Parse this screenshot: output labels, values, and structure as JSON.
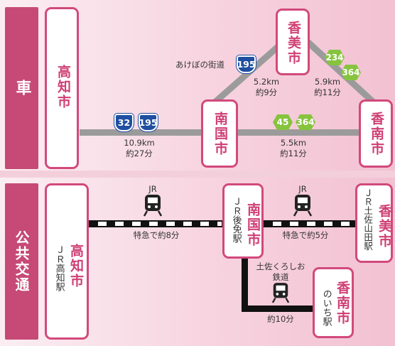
{
  "sections": {
    "car": "車",
    "public_transit": "公共交通"
  },
  "cities": {
    "kochi": "高知市",
    "nankoku": "南国市",
    "kami": "香美市",
    "konan": "香南市"
  },
  "stations": {
    "kochi": "ＪＲ高知駅",
    "gomen": "ＪＲ後免駅",
    "tosayamada": "ＪＲ土佐山田駅",
    "noichi": "のいち駅"
  },
  "car": {
    "road_name": "あけぼの街道",
    "routes": [
      {
        "from": "高知市",
        "to": "南国市",
        "distance": "10.9km",
        "time": "約27分",
        "routes": [
          "32",
          "195"
        ]
      },
      {
        "from": "南国市",
        "to": "香美市",
        "distance": "5.2km",
        "time": "約9分",
        "routes": [
          "195"
        ]
      },
      {
        "from": "香美市",
        "to": "香南市",
        "distance": "5.9km",
        "time": "約11分",
        "routes": [
          "234",
          "364"
        ]
      },
      {
        "from": "南国市",
        "to": "香南市",
        "distance": "5.5km",
        "time": "約11分",
        "routes": [
          "45",
          "364"
        ]
      }
    ]
  },
  "transit": {
    "jr_label": "JR",
    "tosa_kuroshio_label": "土佐くろしお鉄道",
    "tosa_kuroshio_line1": "土佐くろしお",
    "tosa_kuroshio_line2": "鉄道",
    "segments": [
      {
        "from": "ＪＲ高知駅",
        "to": "ＪＲ後免駅",
        "text": "特急で約8分",
        "line": "JR"
      },
      {
        "from": "ＪＲ後免駅",
        "to": "ＪＲ土佐山田駅",
        "text": "特急で約5分",
        "line": "JR"
      },
      {
        "from": "ＪＲ後免駅",
        "to": "のいち駅",
        "text": "約10分",
        "line": "土佐くろしお鉄道"
      }
    ]
  },
  "colors": {
    "section_label": "#c64a75",
    "city_border": "#d2497b",
    "city_text": "#cf3f74",
    "national_route": "#1f4fa0",
    "prefectural_route": "#86c43e",
    "road": "#9b9b9b",
    "rail": "#111111"
  },
  "icons": [
    "train-icon",
    "national-route-shield-icon",
    "prefectural-route-hex-icon"
  ]
}
